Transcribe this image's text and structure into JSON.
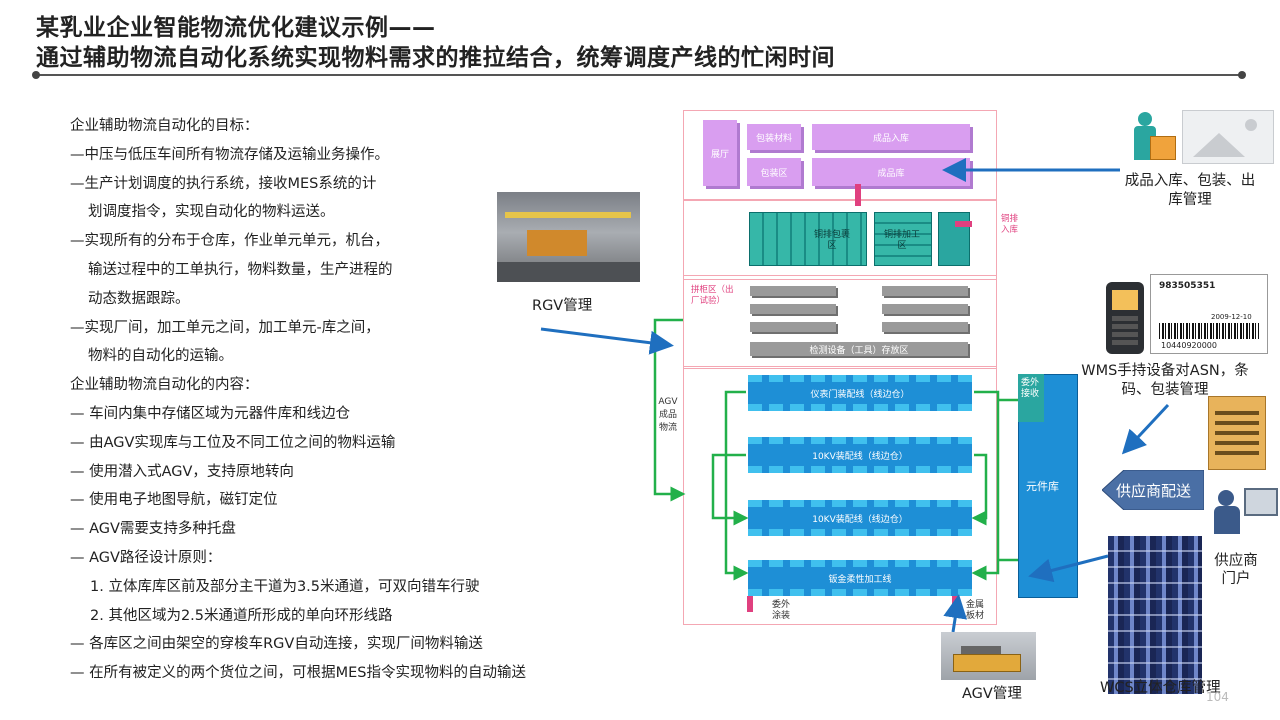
{
  "title": {
    "line1": "某乳业企业智能物流优化建议示例——",
    "line2": "通过辅助物流自动化系统实现物料需求的推拉结合，统筹调度产线的忙闲时间"
  },
  "text_lines": [
    {
      "text": "企业辅助物流自动化的目标：",
      "indent": 0
    },
    {
      "text": "—中压与低压车间所有物流存储及运输业务操作。",
      "indent": 0
    },
    {
      "text": "—生产计划调度的执行系统，接收MES系统的计",
      "indent": 0
    },
    {
      "text": "划调度指令，实现自动化的物料运送。",
      "indent": 1
    },
    {
      "text": "—实现所有的分布于仓库，作业单元单元，机台，",
      "indent": 0
    },
    {
      "text": "输送过程中的工单执行，物料数量，生产进程的",
      "indent": 1
    },
    {
      "text": "动态数据跟踪。",
      "indent": 1
    },
    {
      "text": "—实现厂间，加工单元之间，加工单元-库之间，",
      "indent": 0
    },
    {
      "text": "物料的自动化的运输。",
      "indent": 1
    },
    {
      "text": "企业辅助物流自动化的内容：",
      "indent": 0
    },
    {
      "text": "— 车间内集中存储区域为元器件库和线边仓",
      "indent": 0
    },
    {
      "text": "— 由AGV实现库与工位及不同工位之间的物料运输",
      "indent": 0
    },
    {
      "text": "— 使用潜入式AGV，支持原地转向",
      "indent": 0
    },
    {
      "text": "—  使用电子地图导航，磁钉定位",
      "indent": 0
    },
    {
      "text": "—  AGV需要支持多种托盘",
      "indent": 0
    },
    {
      "text": "— AGV路径设计原则：",
      "indent": 0
    },
    {
      "text": "1. 立体库库区前及部分主干道为3.5米通道，可双向错车行驶",
      "indent": 2
    },
    {
      "text": "2. 其他区域为2.5米通道所形成的单向环形线路",
      "indent": 2
    },
    {
      "text": "— 各库区之间由架空的穿梭车RGV自动连接，实现厂间物料输送",
      "indent": 0
    },
    {
      "text": "— 在所有被定义的两个货位之间，可根据MES指令实现物料的自动输送",
      "indent": 0
    }
  ],
  "diagram": {
    "zone1": {
      "exhibit": "展厅",
      "pack_material": "包装材料",
      "pack_area": "包装区",
      "fg_in": "成品入库",
      "fg_store": "成品库"
    },
    "zone2": {
      "copper_pack": "铜排包裹区",
      "copper_process": "铜排加工区",
      "copper_in": "铜排入库"
    },
    "zone3": {
      "assemble": "拼柜区（出厂试验）",
      "test_store": "检测设备（工具）存放区"
    },
    "zone4": {
      "line1": "仪表门装配线（线边仓）",
      "line2": "10KV装配线（线边仓）",
      "line3": "10KV装配线（线边仓）",
      "line4": "钣金柔性加工线",
      "out_paint": "委外涂装",
      "metal": "金属板材",
      "agv_label": "AGV成品物流",
      "outsource_recv": "委外接收",
      "component_store": "元件库"
    }
  },
  "captions": {
    "rgv": "RGV管理",
    "agv": "AGV管理",
    "fg": "成品入库、包装、出库管理",
    "wms": "WMS手持设备对ASN，条码、包装管理",
    "supplier_delivery": "供应商配送",
    "supplier_portal": "供应商门户",
    "wcs": "WCS立体仓库管理",
    "page_number": "104"
  },
  "barcode": {
    "number": "983505351",
    "date": "2009-12-10",
    "digits": "10440920000"
  },
  "colors": {
    "accent_blue": "#1f6fbf",
    "line_blue": "#1e8fd6",
    "purple": "#d99ef0",
    "green": "#22b04a",
    "pink_border": "#f4a7b3"
  }
}
